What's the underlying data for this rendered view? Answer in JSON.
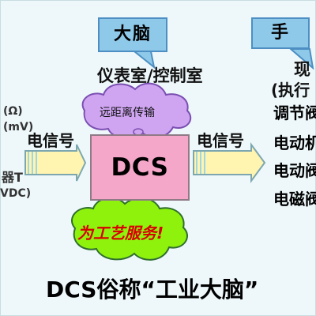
{
  "bubbles": {
    "brain": "大脑",
    "hand": "手"
  },
  "labels": {
    "control_room": "仪表室/控制室",
    "remote_transmission": "远距离传输",
    "electric_signal_left": "电信号",
    "electric_signal_right": "电信号",
    "dcs": "DCS",
    "service_process": "为工艺服务!",
    "bottom_title": "DCS俗称“工业大脑”",
    "right_top": "现",
    "right_exec": "(执行"
  },
  "left_side": {
    "item1": "(Ω)",
    "item2": "(mV)",
    "item3": "器T",
    "item4": "VDC)"
  },
  "right_list": [
    "调节阀",
    "电动机",
    "电动阀",
    "电磁阀"
  ],
  "colors": {
    "background": "#eef8fb",
    "bubble_fill": "#8fc9ea",
    "bubble_border": "#4d8fc2",
    "dcs_fill": "#f5a7c9",
    "cloud_fill": "#cfa5f2",
    "cloud_border": "#7b4fb1",
    "service_fill": "#8ff20c",
    "service_border": "#2f6e2f",
    "service_text": "#d90000",
    "arrow_fill": "#fff4b0",
    "arrow_border": "#7ca7b0"
  }
}
